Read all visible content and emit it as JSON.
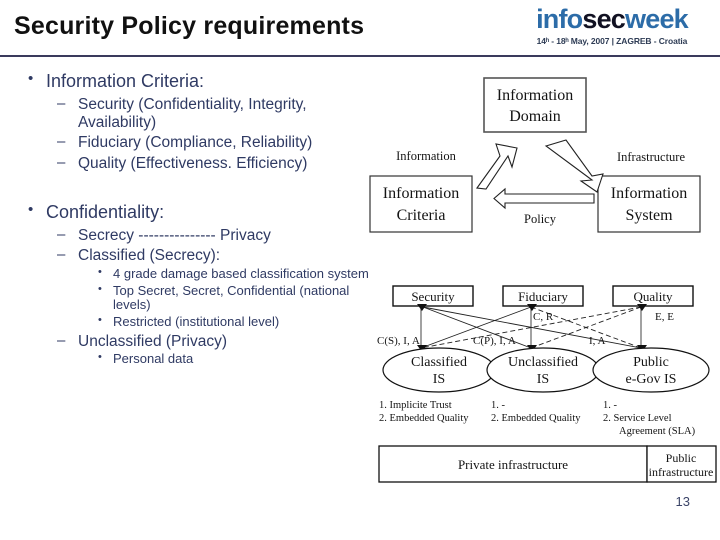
{
  "header": {
    "title": "Security Policy requirements",
    "logo": {
      "part1": "info",
      "part2": "sec",
      "part3": "week",
      "subtitle": "14ʰ - 18ʰ May, 2007 | ZAGREB - Croatia"
    }
  },
  "content": {
    "section1": {
      "heading": "Information Criteria:",
      "items": [
        "Security (Confidentiality, Integrity, Availability)",
        "Fiduciary (Compliance, Reliability)",
        "Quality (Effectiveness. Efficiency)"
      ]
    },
    "section2": {
      "heading": "Confidentiality:",
      "item1": "Secrecy --------------- Privacy",
      "item2": "Classified (Secrecy):",
      "item2_subs": [
        "4 grade damage based classification system",
        "Top Secret, Secret, Confidential (national levels)",
        "Restricted (institutional level)"
      ],
      "item3": "Unclassified (Privacy)",
      "item3_subs": [
        "Personal data"
      ]
    }
  },
  "diagram_top": {
    "nodes": {
      "domain": "Information Domain",
      "domain_l1": "Information",
      "domain_l2": "Domain",
      "criteria_l1": "Information",
      "criteria_l2": "Criteria",
      "system_l1": "Information",
      "system_l2": "System"
    },
    "edges": {
      "information": "Information",
      "infrastructure": "Infrastructure",
      "policy": "Policy"
    }
  },
  "diagram_bottom": {
    "top_boxes": [
      "Security",
      "Fiduciary",
      "Quality"
    ],
    "ellipses": [
      {
        "line1": "Classified",
        "line2": "IS"
      },
      {
        "line1": "Unclassified",
        "line2": "IS"
      },
      {
        "line1": "Public",
        "line2": "e-Gov IS"
      }
    ],
    "edge_labels": {
      "left": "C(S), I, A",
      "middle": "C(P), I, A",
      "cr": "C, R",
      "ee": "E, E",
      "ia": "I, A"
    },
    "notes": [
      {
        "l1": "1. Implicite Trust",
        "l2": "2. Embedded Quality",
        "l3": ""
      },
      {
        "l1": "1.            -",
        "l2": "2. Embedded Quality",
        "l3": ""
      },
      {
        "l1": "1.            -",
        "l2": "2. Service Level",
        "l3": "Agreement (SLA)"
      }
    ],
    "infrastructure": {
      "private": "Private infrastructure",
      "public_l1": "Public",
      "public_l2": "infrastructure"
    }
  },
  "footer": {
    "page_number": "13"
  },
  "colors": {
    "accent_blue": "#2c6ca8",
    "text_navy": "#2f3a63",
    "rule": "#3a3a5c"
  }
}
